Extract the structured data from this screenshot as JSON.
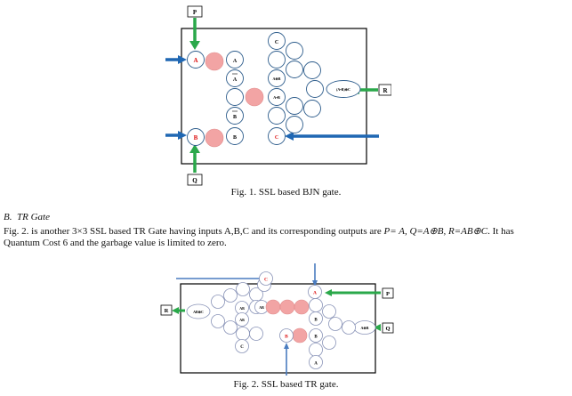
{
  "fig1": {
    "caption": "Fig. 1. SSL based BJN gate.",
    "input_box_p": "P",
    "input_box_q": "Q",
    "output_box_r": "R",
    "circle_a": "A",
    "circle_b": "B",
    "circle_abar": "A",
    "circle_a2": "A",
    "circle_b2": "B",
    "circle_bbar": "B",
    "circle_b3": "B",
    "circle_c": "C",
    "circle_c2": "C",
    "circle_xor": "A⊕B",
    "circle_and": "A•B",
    "ellipse_out": "(A•B)⊕C"
  },
  "section": {
    "label": "B.",
    "title": "TR Gate"
  },
  "paragraph": {
    "line1_start": "Fig. 2. is another 3×3 SSL based TR Gate having  inputs A,B,C and its corresponding outputs are ",
    "eq1": "P= A, Q=A⊕B, R=AB⊕C",
    "line1_end": ". It has",
    "line2": "Quantum Cost 6 and the garbage value is limited to zero."
  },
  "fig2": {
    "caption": "Fig. 2. SSL based TR gate.",
    "input_box_p": "P",
    "input_box_q": "Q",
    "output_box_r": "R",
    "circle_c": "C",
    "circle_a": "A",
    "circle_b": "B",
    "circle_abar1": "AB",
    "circle_abar2": "AB",
    "circle_abar3": "AB",
    "circle_cbar": "C",
    "circle_b2": "B",
    "circle_b3": "B",
    "circle_a2": "A",
    "ellipse_r": "AB⊕C",
    "ellipse_q": "A⊕B"
  }
}
